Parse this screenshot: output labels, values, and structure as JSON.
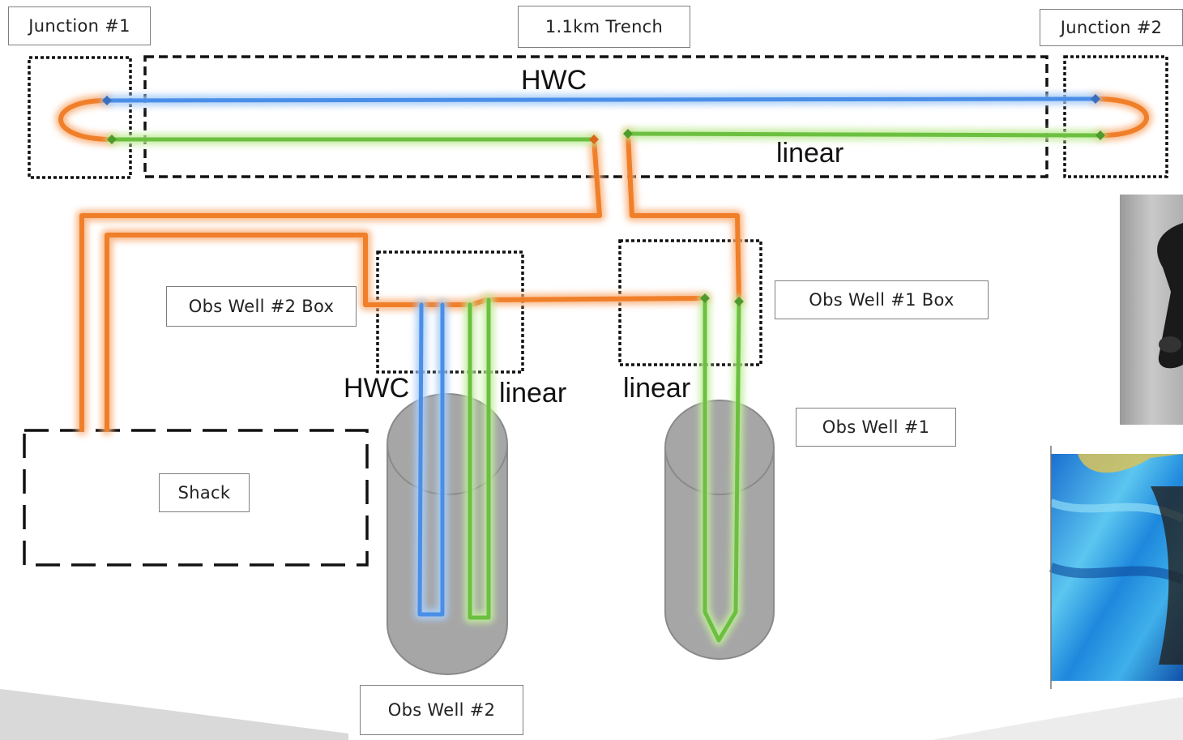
{
  "labels": {
    "junction1": "Junction #1",
    "trench": "1.1km Trench",
    "junction2": "Junction #2",
    "obs_well2_box": "Obs Well #2 Box",
    "obs_well1_box": "Obs Well #1 Box",
    "obs_well1": "Obs Well #1",
    "shack": "Shack",
    "obs_well2": "Obs Well #2"
  },
  "cable_labels": {
    "top_hwc": "HWC",
    "top_linear": "linear",
    "well2_hwc": "HWC",
    "well2_linear": "linear",
    "well1_linear": "linear"
  },
  "colors": {
    "hwc_cable": "#4a8ee8",
    "linear_cable": "#6cc040",
    "junction_cable": "#f07f2a",
    "well_body": "#a6a6a6"
  },
  "photos": [
    {
      "name": "cable-connector-photo"
    },
    {
      "name": "blue-cable-spool-photo"
    }
  ]
}
